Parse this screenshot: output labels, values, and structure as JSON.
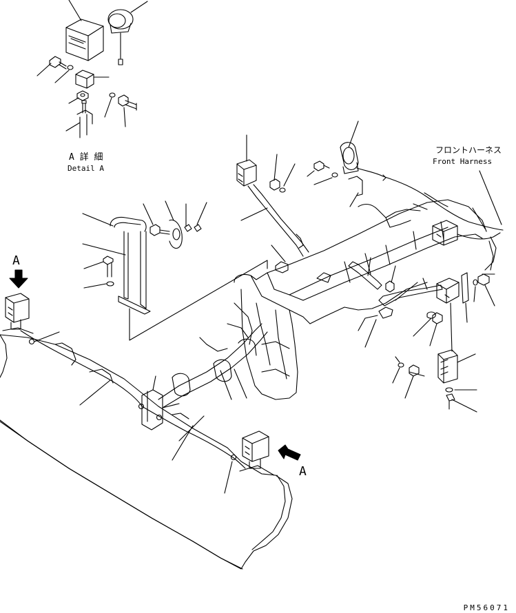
{
  "detail_view": {
    "title_jp": "A 詳 細",
    "title_en": "Detail A"
  },
  "callouts": {
    "view_marker_left": "A",
    "view_marker_right": "A"
  },
  "front_harness": {
    "label_jp": "フロントハーネス",
    "label_en": "Front Harness"
  },
  "drawing_number": "PM56071"
}
